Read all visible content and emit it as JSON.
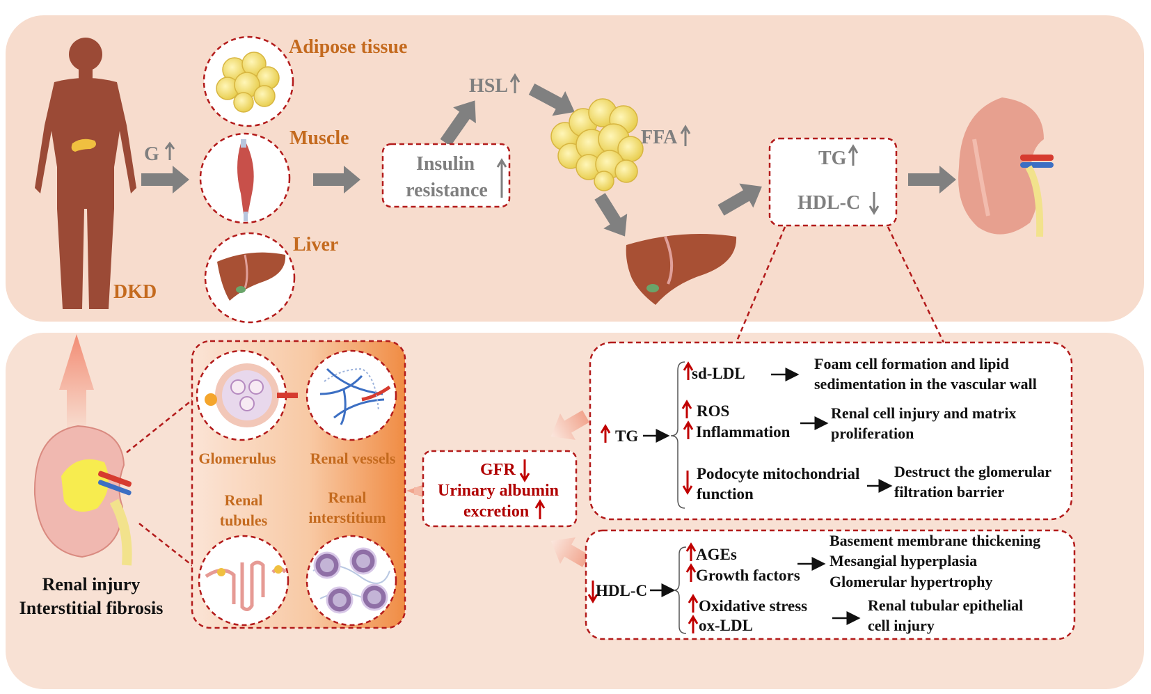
{
  "colors": {
    "top_panel": "#f7dccd",
    "bottom_panel": "#f8e1d4",
    "dashed_border": "#b31b1b",
    "arrow_grey": "#808080",
    "label_brown": "#c46a1e",
    "red_arrow": "#c00000",
    "body_brown": "#9b4a36"
  },
  "top": {
    "dkd": "DKD",
    "glucose": "G",
    "adipose": "Adipose tissue",
    "muscle": "Muscle",
    "liver": "Liver",
    "insulin_line1": "Insulin",
    "insulin_line2": "resistance",
    "hsl": "HSL",
    "ffa": "FFA",
    "tg": "TG",
    "hdlc": "HDL-C"
  },
  "tissues": {
    "glomerulus": "Glomerulus",
    "renal_vessels": "Renal vessels",
    "renal_tubules_1": "Renal",
    "renal_tubules_2": "tubules",
    "renal_interstitium_1": "Renal",
    "renal_interstitium_2": "interstitium"
  },
  "outcome": {
    "line1": "Renal injury",
    "line2": "Interstitial  fibrosis"
  },
  "gfr_box": {
    "gfr": "GFR",
    "line2": "Urinary albumin",
    "line3": "excretion"
  },
  "tg_box": {
    "root": "TG",
    "sdldl": "sd-LDL",
    "foam1": "Foam cell formation and lipid",
    "foam2": "sedimentation in  the vascular wall",
    "ros": "ROS",
    "inflammation": "Inflammation",
    "injury1": "Renal cell injury  and matrix",
    "injury2": "proliferation",
    "podo1": "Podocyte mitochondrial",
    "podo2": "function",
    "destruct1": "Destruct the glomerular",
    "destruct2": "filtration barrier"
  },
  "hdl_box": {
    "root": "HDL-C",
    "ages": "AGEs",
    "growth": "Growth factors",
    "bm": "Basement membrane thickening",
    "mes": "Mesangial hyperplasia",
    "glom": "Glomerular hypertrophy",
    "ox": "Oxidative stress",
    "oxldl": "ox-LDL",
    "tub1": "Renal tubular  epithelial",
    "tub2": "cell injury"
  }
}
